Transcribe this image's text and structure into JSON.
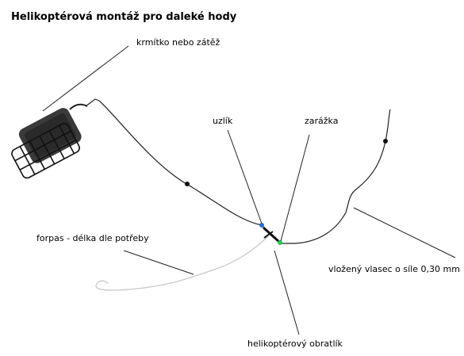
{
  "diagram": {
    "title": "Helikoptérová montáž pro daleké hody",
    "labels": {
      "feeder": "krmítko nebo zátěž",
      "knot": "uzlík",
      "stopper": "zarážka",
      "leader": "forpas - délka dle potřeby",
      "insert_line": "vložený vlasec o síle 0,30 mm",
      "swivel": "helikoptérový obratlík"
    },
    "colors": {
      "line": "#222222",
      "leader_line": "#c8c8c8",
      "knot_dot": "#1e6fd8",
      "stopper_dot": "#22cc55",
      "feeder_body": "#3a3a3a"
    }
  }
}
